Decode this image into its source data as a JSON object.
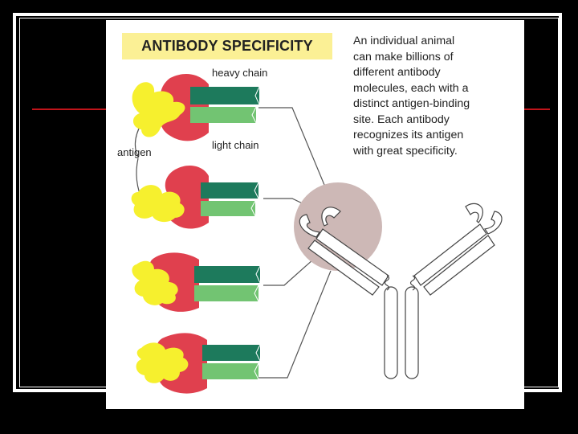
{
  "figure": {
    "title": "ANTIBODY SPECIFICITY",
    "caption_lines": [
      "An individual animal",
      "can make billions of",
      "different antibody",
      "molecules, each with a",
      "distinct antigen-binding",
      "site. Each antibody",
      "recognizes its antigen",
      "with great specificity."
    ],
    "labels": {
      "heavy_chain": "heavy chain",
      "light_chain": "light chain",
      "antigen": "antigen"
    }
  },
  "colors": {
    "heavy_chain": "#1d7a5c",
    "light_chain": "#72c472",
    "antigen": "#f6f02e",
    "binding_region": "#e0404e",
    "binding_site_highlight": "#cdb8b6",
    "slide_rule": "#c0141a"
  }
}
